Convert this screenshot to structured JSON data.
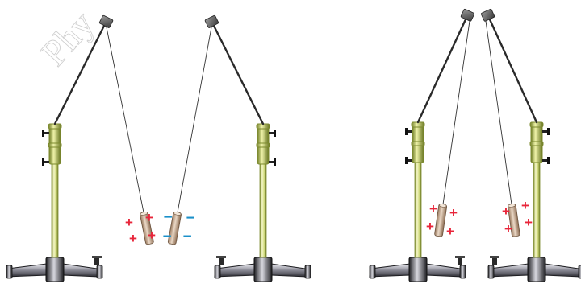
{
  "watermark": "Phy",
  "charge": {
    "positive": "+",
    "negative": "−"
  },
  "colors": {
    "background": "#ffffff",
    "rod_light": "#f6f8c8",
    "rod_mid": "#cfd87a",
    "rod_dark": "#7c8a2e",
    "base_light": "#e8e8ee",
    "base_dark": "#2e2e35",
    "arm": "#2a2a2a",
    "thread": "#333333",
    "clamp": "#6b6b6b",
    "tube_light": "#ead8c6",
    "tube_dark": "#9a7a5f",
    "positive": "#e8253a",
    "negative": "#1a90c9",
    "watermark": "#c9c9c9"
  },
  "panels": [
    {
      "name": "oppositely-charged-pair",
      "charges": [
        "positive",
        "negative"
      ],
      "behaviour": "attract"
    },
    {
      "name": "like-charged-pair",
      "charges": [
        "positive",
        "positive"
      ],
      "behaviour": "repel"
    }
  ]
}
